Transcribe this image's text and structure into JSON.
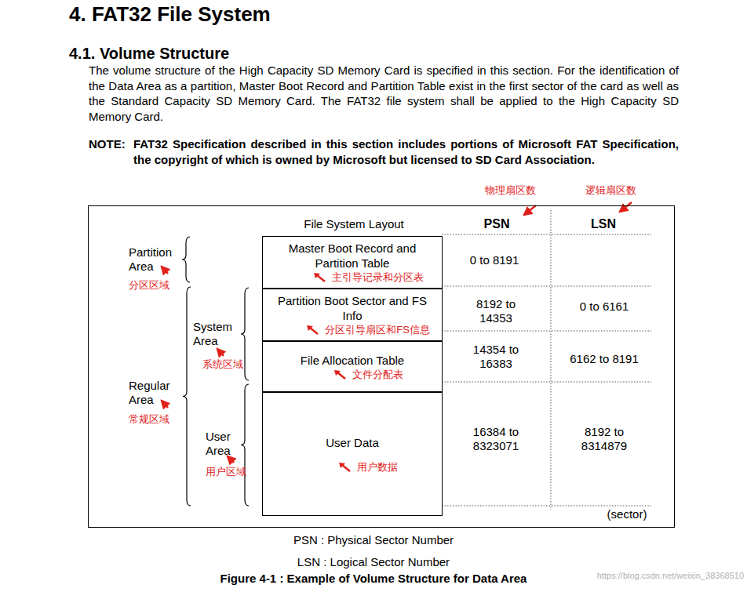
{
  "diagram": {
    "title": "4. FAT32 File System",
    "caption": "Figure 4-1 : Example of Volume Structure for Data Area",
    "nodes": [
      {
        "text": [
          "File System Layout",
          "PSN",
          "LSN"
        ]
      },
      {
        "text": [
          "Master Boot Record and Partition Table",
          "主引导记录和分区表"
        ],
        "in": 0
      },
      {
        "text": [
          "Partition Boot Sector and FS Info",
          "分区引导扇区和FS信息"
        ],
        "in": 0
      },
      {
        "text": [
          "File Allocation Table",
          "文件分配表"
        ],
        "in": 0
      },
      {
        "text": [
          "User Data",
          "用户数据"
        ],
        "in": 0
      }
    ],
    "edges": [],
    "labels": [
      "4.1. Volume Structure",
      "The volume structure of the High Capacity SD Memory Card is specified in this section. For the identification of the Data Area as a partition, Master Boot Record and Partition Table exist in the first sector of the card as well as the Standard Capacity SD Memory Card. The FAT32 file system shall be applied to the High Capacity SD Memory Card.",
      "NOTE:",
      "FAT32 Specification described in this section includes portions of Microsoft FAT Specification, the copyright of which is owned by Microsoft but licensed to SD Card Association.",
      "物理扇区数",
      "逻辑扇区数",
      "0 to 8191",
      "8192 to 14353",
      "0 to 6161",
      "14354 to 16383",
      "6162 to 8191",
      "16384 to 8323071",
      "8192 to 8314879",
      "(sector)",
      "Partition Area",
      "分区区域",
      "System Area",
      "系统区域",
      "Regular Area",
      "常规区域",
      "User Area",
      "用户区域",
      "PSN : Physical Sector Number",
      "LSN : Logical Sector Number",
      "https://blog.csdn.net/weixin_38368510"
    ]
  }
}
